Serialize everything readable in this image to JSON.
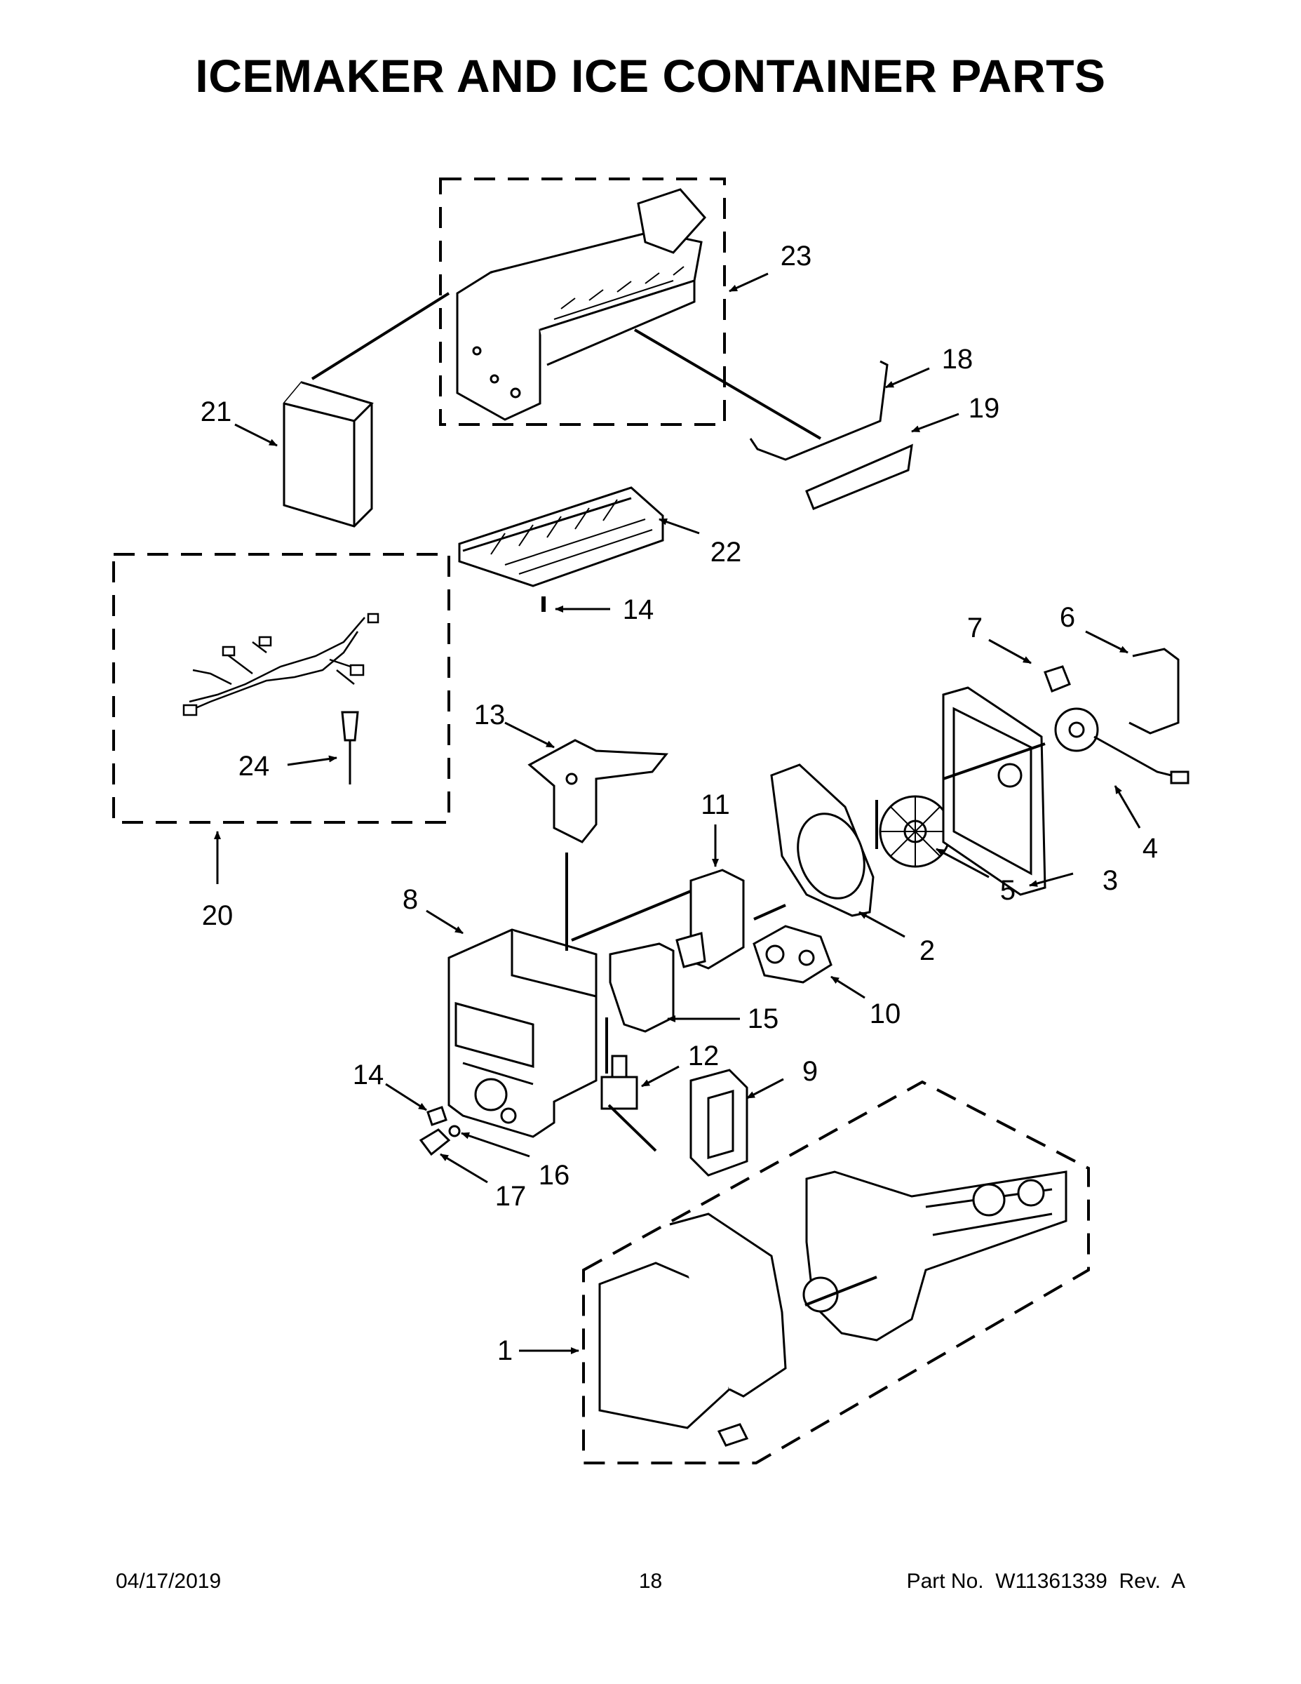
{
  "page": {
    "title": "ICEMAKER AND ICE CONTAINER PARTS",
    "footer": {
      "date": "04/17/2019",
      "page_number": "18",
      "part_number": "Part No.  W11361339  Rev.  A"
    }
  },
  "callouts": {
    "c1": "1",
    "c2": "2",
    "c3": "3",
    "c4": "4",
    "c5": "5",
    "c6": "6",
    "c7": "7",
    "c8": "8",
    "c9": "9",
    "c10": "10",
    "c11": "11",
    "c12": "12",
    "c13": "13",
    "c14a": "14",
    "c14b": "14",
    "c15": "15",
    "c16": "16",
    "c17": "17",
    "c18": "18",
    "c19": "19",
    "c20": "20",
    "c21": "21",
    "c22": "22",
    "c23": "23",
    "c24": "24"
  }
}
